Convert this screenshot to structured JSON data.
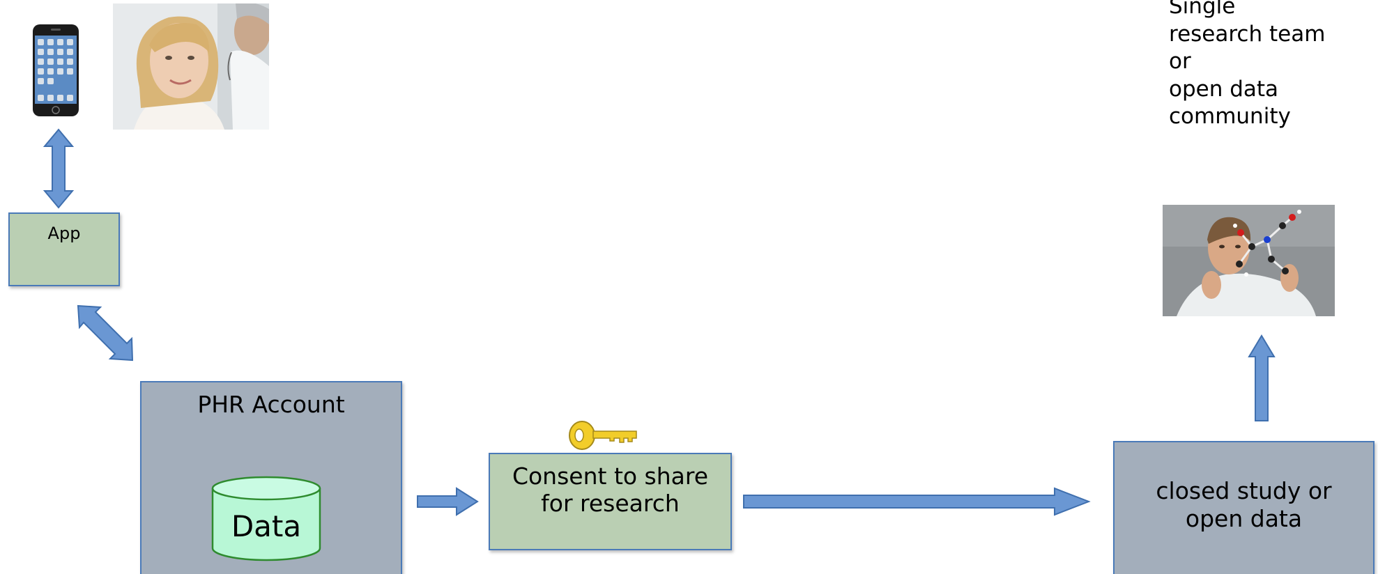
{
  "app_box": {
    "label": "App"
  },
  "phr_box": {
    "title": "PHR Account",
    "data_label": "Data"
  },
  "consent_box": {
    "line1": "Consent to share",
    "line2": "for research"
  },
  "study_box": {
    "line1": "closed study or",
    "line2": "open data"
  },
  "research_text": [
    "Single",
    "research team",
    "or",
    "open data",
    "community"
  ],
  "colors": {
    "arrow_fill": "#6a97d3",
    "arrow_stroke": "#3f6fae",
    "box_border": "#4a7ab8",
    "green_box": "#bacfb3",
    "grey_box": "#a3aebb",
    "cylinder": "#b8f7d6",
    "key": "#f2cd2a"
  },
  "icons": [
    "smartphone-icon",
    "key-icon"
  ]
}
